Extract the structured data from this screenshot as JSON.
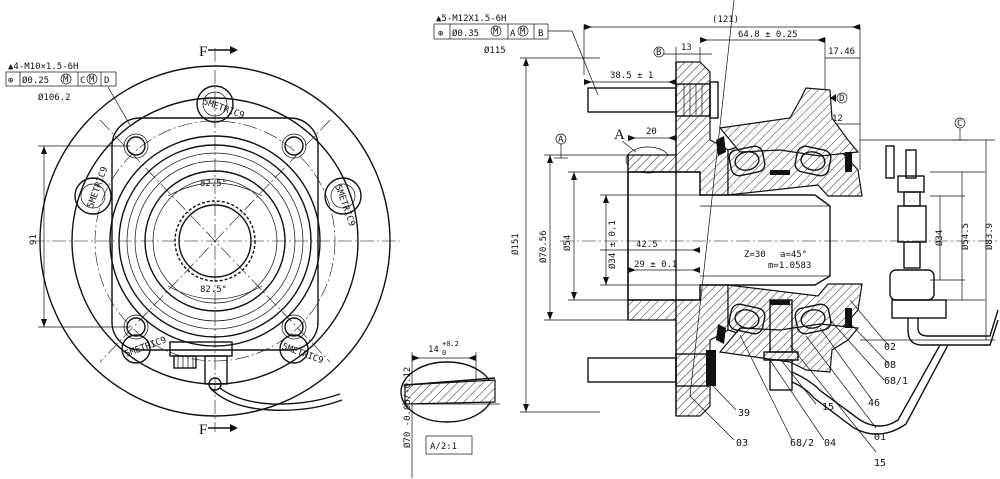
{
  "front_view": {
    "thread_callout": "4-M10×1.5-6H",
    "fcf_symbol": "⊕",
    "fcf_tolerance": "Ø0.25",
    "fcf_mod1": "M",
    "fcf_datum1": "C",
    "fcf_mod2": "M",
    "fcf_datum2": "D",
    "bolt_circle": "Ø106.2",
    "section_mark": "F",
    "angle_top": "82.5°",
    "angle_bottom": "82.5°",
    "height_dim": "91",
    "bolt_stamp": "5METRIC9"
  },
  "detail": {
    "width_dim": "14",
    "width_tol": "+0.2\n0",
    "dia_dim": "Ø70",
    "dia_tol": "-0.05\n-0.12",
    "label": "A/2:1"
  },
  "section_view": {
    "thread_callout": "5-M12X1.5-6H",
    "fcf_symbol": "⊕",
    "fcf_tolerance": "Ø0.35",
    "fcf_mod1": "M",
    "fcf_datum1": "A",
    "fcf_mod2": "M",
    "fcf_datum2": "B",
    "pcd": "Ø115",
    "overall_len": "(121)",
    "dim_13": "13",
    "dim_64_8": "64.8 ± 0.25",
    "dim_17_46": "17.46",
    "dim_38_5": "38.5 ± 1",
    "dim_12": "12",
    "dim_20": "20",
    "dim_42_5": "42.5",
    "dim_29": "29 ± 0.1",
    "dia_151": "Ø151",
    "dia_70_56": "Ø70.56",
    "dia_54": "Ø54",
    "dia_34a": "Ø34 ± 0.1",
    "dia_34b": "Ø34",
    "dia_54_5": "Ø54.5",
    "dia_83_9": "Ø83.9",
    "spline_z": "Z=30",
    "spline_a": "a=45°",
    "spline_m": "m=1.0583",
    "datum_a": "A",
    "datum_b": "B",
    "datum_c": "C",
    "datum_d": "D",
    "detail_ref": "A"
  },
  "balloons": [
    "02",
    "08",
    "68/1",
    "46",
    "01",
    "15",
    "15",
    "04",
    "68/2",
    "03",
    "39"
  ]
}
